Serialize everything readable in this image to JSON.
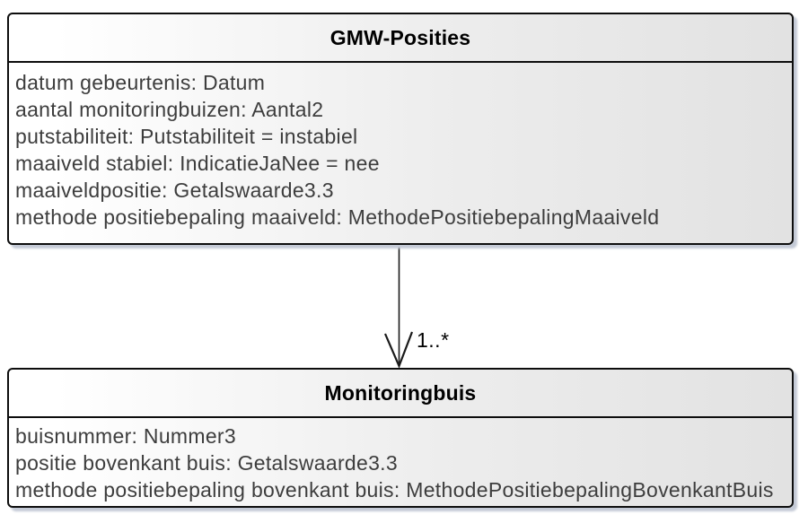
{
  "classes": [
    {
      "name": "GMW-Posities",
      "attributes": [
        "datum gebeurtenis: Datum",
        "aantal monitoringbuizen: Aantal2",
        "putstabiliteit: Putstabiliteit = instabiel",
        "maaiveld stabiel: IndicatieJaNee = nee",
        "maaiveldpositie: Getalswaarde3.3",
        "methode positiebepaling maaiveld: MethodePositiebepalingMaaiveld"
      ]
    },
    {
      "name": "Monitoringbuis",
      "attributes": [
        "buisnummer: Nummer3",
        "positie bovenkant buis: Getalswaarde3.3",
        "methode positiebepaling bovenkant buis: MethodePositiebepalingBovenkantBuis"
      ]
    }
  ],
  "association": {
    "from": "GMW-Posities",
    "to": "Monitoringbuis",
    "multiplicity": "1..*",
    "arrowhead": "open-v-down"
  },
  "colors": {
    "border": "#0d0d0d",
    "shadow": "#c4cad6",
    "attribute_text": "#3d3d3d",
    "title_text": "#000000",
    "connector": "#1a1a1a",
    "box_fill_left": "#ffffff",
    "box_fill_right": "#e2e2e2"
  }
}
